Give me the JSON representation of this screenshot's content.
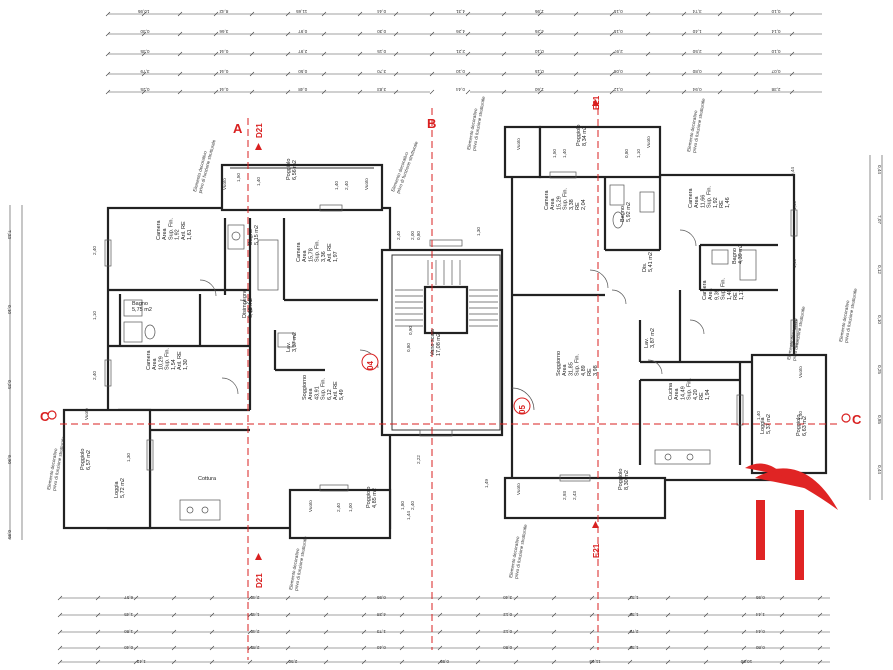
{
  "section_labels": {
    "a": "A",
    "b": "B",
    "c": "C",
    "d21_top": "D21",
    "d21_bottom": "D21",
    "e21_top": "E21",
    "e21_bottom": "E21"
  },
  "unit_numbers": {
    "left": "04",
    "right": "05"
  },
  "rooms": [
    {
      "id": "camera-left-top",
      "lines": [
        "Camera",
        "Area",
        "Sup. Fin.",
        "1,92",
        "Aril. RE",
        "1,61"
      ]
    },
    {
      "id": "bagno-left-top",
      "lines": [
        "Bagno",
        "5,15 m2"
      ]
    },
    {
      "id": "camera-left-mid",
      "lines": [
        "Camera",
        "Area",
        "15,78",
        "Sup. Fin.",
        "3,36",
        "Aril. RE",
        "1,97"
      ]
    },
    {
      "id": "bagno-left-mid",
      "lines": [
        "Bagno",
        "5,75 m2"
      ]
    },
    {
      "id": "disimpegno-left",
      "lines": [
        "Disimpegno",
        "6,19 m2"
      ]
    },
    {
      "id": "lav-left",
      "lines": [
        "Lav.",
        "3,37 m2"
      ]
    },
    {
      "id": "camera-left-bottom",
      "lines": [
        "Camera",
        "Area",
        "10,29",
        "Sup. Fin.",
        "1,54",
        "Aril. RE",
        "1,30"
      ]
    },
    {
      "id": "soggiorno-left",
      "lines": [
        "Soggiorno",
        "Area",
        "43,91",
        "Sup. Fin.",
        "6,12",
        "Aril. RE",
        "5,49"
      ]
    },
    {
      "id": "cottura-left",
      "lines": [
        "Cottura"
      ]
    },
    {
      "id": "poggiolo-left-top",
      "lines": [
        "Poggiolo",
        "6,56 m2"
      ]
    },
    {
      "id": "poggiolo-left-bottom",
      "lines": [
        "Poggiolo",
        "6,57 m2"
      ]
    },
    {
      "id": "loggia-left",
      "lines": [
        "Loggia",
        "5,72 m2"
      ]
    },
    {
      "id": "poggiolo-left-small",
      "lines": [
        "Poggiolo",
        "4,85 m2"
      ]
    },
    {
      "id": "vano-scala",
      "lines": [
        "Vano scala",
        "17,08 m2"
      ]
    },
    {
      "id": "camera-right-top",
      "lines": [
        "Camera",
        "Area",
        "15,29",
        "Sup. Fin.",
        "3,38",
        "RE",
        "2,04"
      ]
    },
    {
      "id": "bagno-right-top",
      "lines": [
        "Bagno",
        "5,92 m2"
      ]
    },
    {
      "id": "camera-right-topright",
      "lines": [
        "Camera",
        "Area",
        "11,66",
        "Sup. Fin.",
        "1,92",
        "RE",
        "1,46"
      ]
    },
    {
      "id": "bagno-right-mid",
      "lines": [
        "Bagno",
        "4,39 m2"
      ]
    },
    {
      "id": "dis-right",
      "lines": [
        "Dis.",
        "5,41 m2"
      ]
    },
    {
      "id": "camera-right-mid",
      "lines": [
        "Camera",
        "Area",
        "9,39",
        "Sup. Fin.",
        "1,40",
        "RE",
        "1,17"
      ]
    },
    {
      "id": "lav-right",
      "lines": [
        "Lav.",
        "3,87 m2"
      ]
    },
    {
      "id": "soggiorno-right",
      "lines": [
        "Soggiorno",
        "Area",
        "31,85",
        "Sup. Fin.",
        "4,89",
        "RE",
        "3,98"
      ]
    },
    {
      "id": "cucina-right",
      "lines": [
        "Cucina",
        "Area",
        "14,49",
        "Sup. Fin.",
        "4,20",
        "RE",
        "1,94"
      ]
    },
    {
      "id": "poggiolo-right-top",
      "lines": [
        "Poggiolo",
        "8,34 m2"
      ]
    },
    {
      "id": "poggiolo-right-bottom",
      "lines": [
        "Poggiolo",
        "8,30 m2"
      ]
    },
    {
      "id": "loggia-right",
      "lines": [
        "Loggia",
        "5,37 m2"
      ]
    },
    {
      "id": "poggiolo-right-side",
      "lines": [
        "Poggiolo",
        "6,63 m2"
      ]
    }
  ],
  "notes": {
    "elem1": [
      "Elemento decorativo",
      "privo di funzione strutturale"
    ],
    "elem2": [
      "Elemento decorativo",
      "privo di funzione strutturale"
    ],
    "elem3": [
      "Elemento decorativo",
      "privo di funzione strutturale"
    ],
    "elem4": [
      "Elemento decorativo",
      "privo di funzione strutturale"
    ],
    "elem5": [
      "Elemento decorativo",
      "privo di funzione strutturale"
    ],
    "elem6": [
      "Elemento decorativo",
      "privo di funzione strutturale"
    ],
    "elem7": [
      "Elemento decorativo",
      "privo di funzione strutturale"
    ],
    "elem8": [
      "Elemento decorativo",
      "privo di funzione strutturale"
    ],
    "elem9": [
      "Elemento decorativo",
      "privo di funzione strutturale"
    ]
  },
  "vuoto_label": "Vuoto",
  "dims_top": [
    "10,95",
    "8,42",
    "11,65",
    "0,44",
    "4,31",
    "1,95",
    "0,15",
    "3,74",
    "0,10",
    "0,30",
    "3,66",
    "0,97",
    "0,30",
    "4,26",
    "4,26",
    "0,15",
    "1,40",
    "0,14",
    "0,35",
    "0,44",
    "2,97",
    "0,15",
    "2,21",
    "0,10",
    "2,97",
    "2,50",
    "0,10",
    "3,79",
    "0,44",
    "0,50",
    "3,70",
    "0,10",
    "0,15",
    "0,08",
    "0,80",
    "0,07",
    "0,25",
    "0,44",
    "0,48",
    "3,83",
    "0,44",
    "1,60",
    "0,12",
    "0,94",
    "2,38"
  ],
  "dims_left": [
    "7,33",
    "0,10",
    "0,25",
    "6,90",
    "0,95"
  ],
  "dims_right": [
    "0,44",
    "7,07",
    "0,12",
    "0,10",
    "0,25",
    "0,85",
    "0,44"
  ],
  "dims_bottom": [
    "6,57",
    "2,40",
    "0,95",
    "3,40",
    "1,31",
    "0,95",
    "1,45",
    "1,45",
    "4,28",
    "0,12",
    "1,30",
    "1,44",
    "1,80",
    "2,40",
    "1,73",
    "0,12",
    "2,70",
    "0,44",
    "0,40",
    "2,85",
    "0,40",
    "0,80",
    "1,30",
    "0,80",
    "1,42",
    "2,50",
    "0,95",
    "11,65",
    "10,90"
  ],
  "small_dims": [
    "2,40",
    "1,50",
    "1,10",
    "2,40",
    "1,40",
    "1,40",
    "2,40",
    "1,30",
    "2,40",
    "1,00",
    "1,50",
    "1,40",
    "0,80",
    "1,10",
    "1,40",
    "1,40",
    "1,40",
    "1,40",
    "2,40",
    "2,00",
    "1,80",
    "2,40",
    "2,93",
    "2,43",
    "0,90",
    "0,80",
    "1,30",
    "0,44",
    "0,80",
    "1,40",
    "2,22",
    "1,44",
    "1,49"
  ]
}
